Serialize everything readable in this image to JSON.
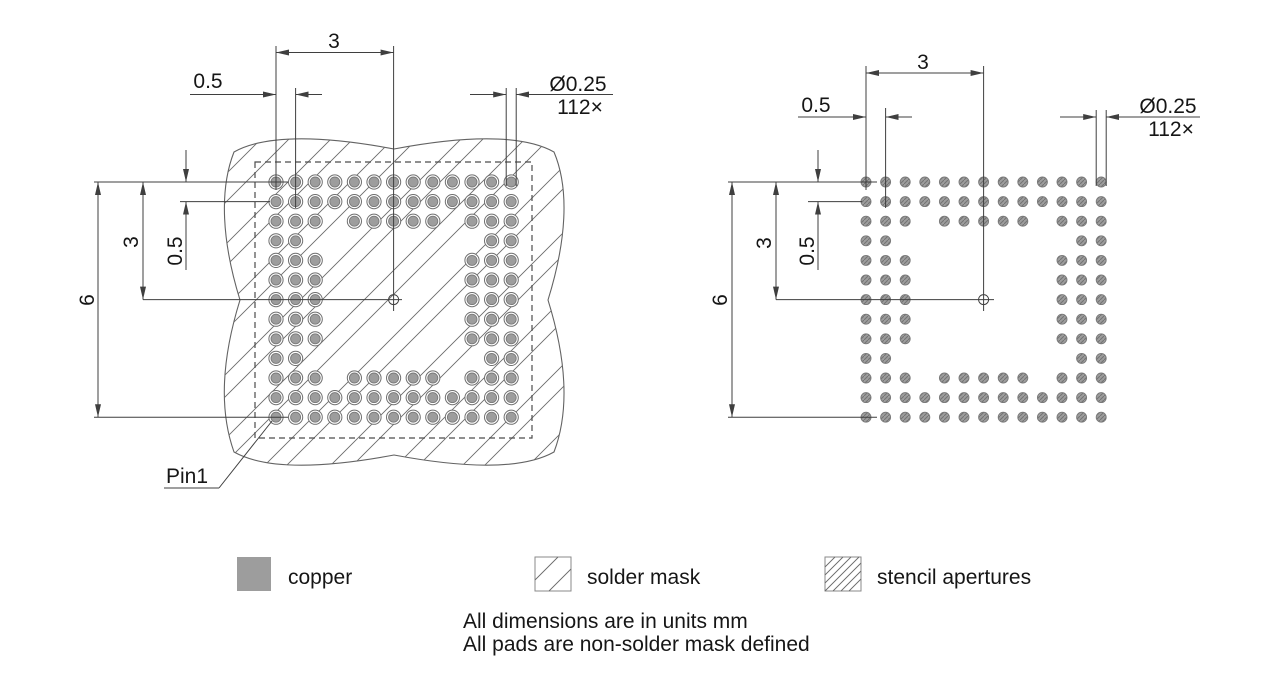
{
  "drawing": {
    "type": "pcb-land-pattern-and-stencil",
    "notes": [
      "All dimensions are in units mm",
      "All pads are non-solder mask defined"
    ]
  },
  "labels": {
    "half_span": "3",
    "pitch": "0.5",
    "diameter": "Ø0.25",
    "count": "112×",
    "full_span": "6",
    "pin1": "Pin1"
  },
  "legend": {
    "items": [
      {
        "label": "copper",
        "swatch": "copper"
      },
      {
        "label": "solder mask",
        "swatch": "solder-mask"
      },
      {
        "label": "stencil apertures",
        "swatch": "stencil-apertures"
      }
    ]
  },
  "pad_pattern": {
    "columns": 13,
    "rows_count": 13,
    "pitch_mm": 0.5,
    "outer_span_mm": 6,
    "pad_diameter_mm": 0.25,
    "total_pads": 112,
    "rows": [
      "1111111111111",
      "1111111111111",
      "1110111110111",
      "1100000000011",
      "1110000000111",
      "1110000000111",
      "1110000000111",
      "1110000000111",
      "1110000000111",
      "1100000000011",
      "1110111110111",
      "1111111111111",
      "1111111111111"
    ]
  },
  "colors": {
    "copper": "#9d9d9d",
    "pad_outline": "#7a7a7a",
    "ring_outline": "#6f6f6f",
    "stencil_hatch": "#737373",
    "line": "#3f3f3f",
    "text": "#161616"
  }
}
